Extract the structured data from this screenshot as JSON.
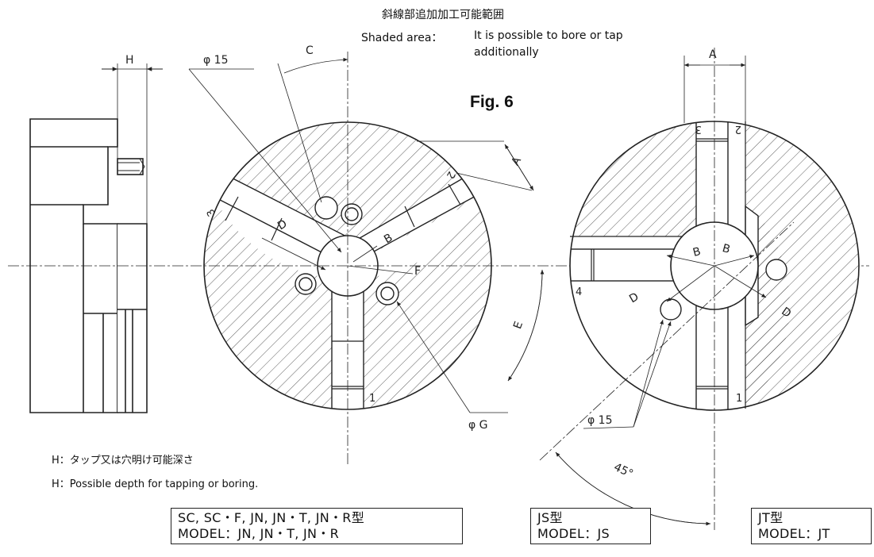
{
  "heading": {
    "jp": "斜線部追加加工可能範囲",
    "en_label": "Shaded area：",
    "en_line1": "It is possible to bore or tap",
    "en_line2": "additionally"
  },
  "figure_label": "Fig. 6",
  "dims": {
    "H": "H",
    "A": "A",
    "B": "B",
    "C": "C",
    "D": "D",
    "E": "E",
    "F": "F",
    "phiG": "φ G",
    "phi15": "φ 15",
    "angle45": "45°"
  },
  "jaw_numbers": {
    "n1": "1",
    "n2": "2",
    "n3": "3",
    "n4": "4"
  },
  "notes": {
    "h_jp": "H：タップ又は穴明け可能深さ",
    "h_en": "H：Possible depth for tapping or boring."
  },
  "models": {
    "left": {
      "line1": "SC, SC・F, JN, JN・T, JN・R型",
      "line2": "MODEL：JN,  JN・T,  JN・R"
    },
    "middle": {
      "line1": "JS型",
      "line2": "MODEL：JS"
    },
    "right": {
      "line1": "JT型",
      "line2": "MODEL：JT"
    }
  },
  "colors": {
    "line": "#222222",
    "background": "#ffffff"
  }
}
